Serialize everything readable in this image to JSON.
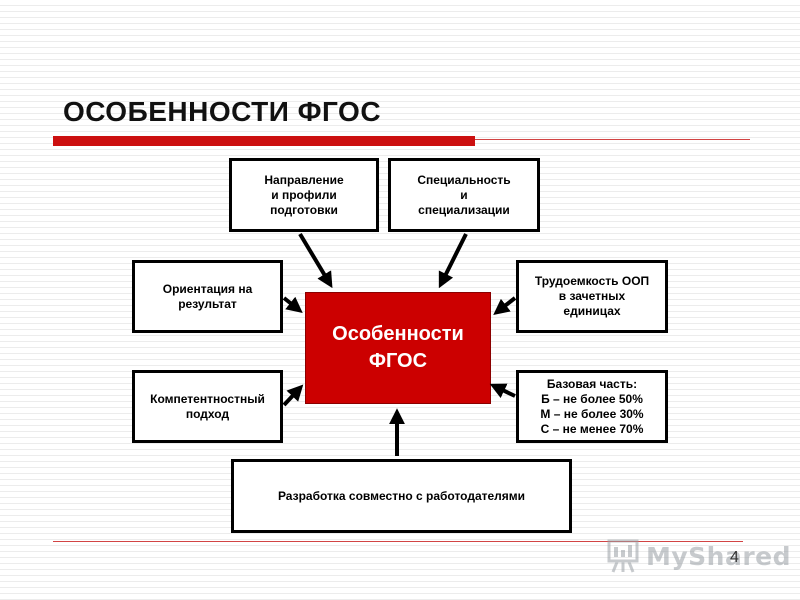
{
  "slide": {
    "title": "ОСОБЕННОСТИ ФГОС",
    "page_number": "4"
  },
  "diagram": {
    "center": "Особенности\nФГОС",
    "boxes": {
      "napravlenie": "Направление\nи профили\nподготовки",
      "specialnost": "Специальность\nи\nспециализации",
      "orientaciya": "Ориентация на\nрезультат",
      "trudoemkost": "Трудоемкость ООП\nв зачетных\nединицах",
      "kompetentnostnyi": "Компетентностный\nподход",
      "bazovaya": "Базовая часть:\nБ – не более 50%\nМ – не более 30%\nС – не менее 70%",
      "razrabotka": "Разработка совместно с работодателями"
    }
  },
  "watermark": {
    "text": "MyShared"
  },
  "colors": {
    "accent_red": "#cc0000",
    "border": "#000000",
    "rule": "#d24444"
  }
}
